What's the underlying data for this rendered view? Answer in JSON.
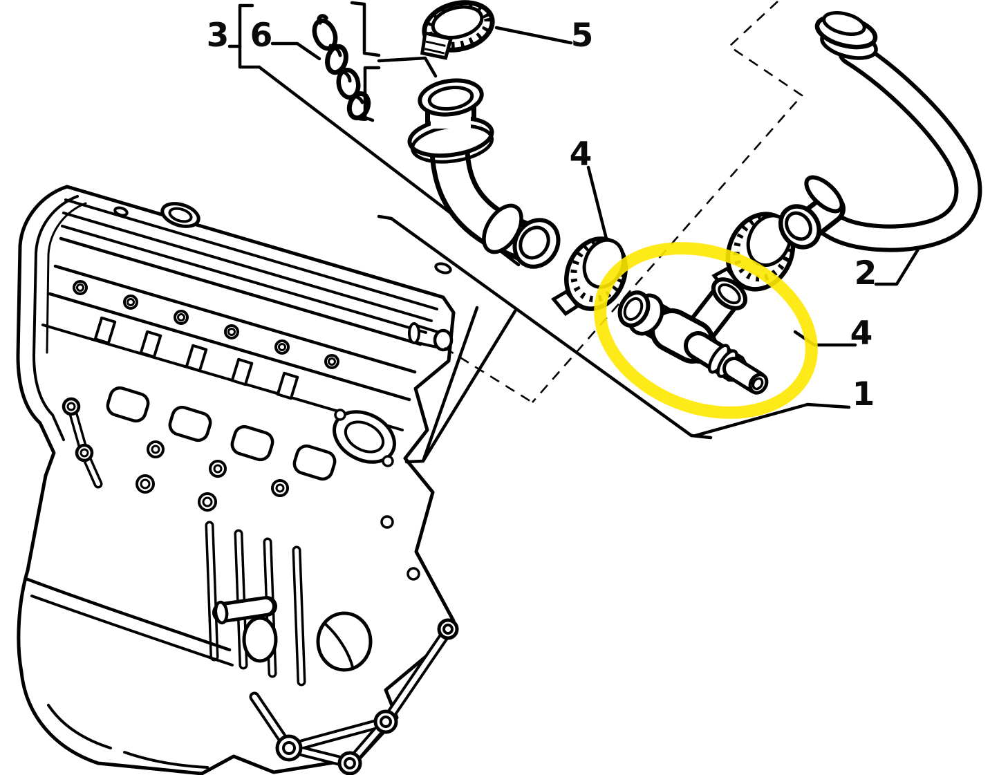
{
  "diagram": {
    "type": "exploded-parts-diagram",
    "background_color": "#ffffff",
    "line_color": "#000000",
    "highlight": {
      "color": "#ffe800",
      "shape": "hand-drawn-ellipse",
      "highlights_part": "1"
    },
    "callouts": [
      {
        "label": "1",
        "part": "t-piece-connector"
      },
      {
        "label": "2",
        "part": "breather-hose"
      },
      {
        "label": "3",
        "part": "breather-pipe-assembly"
      },
      {
        "label": "4",
        "part": "hose-clamp-upper"
      },
      {
        "label": "4",
        "part": "hose-clamp-right"
      },
      {
        "label": "5",
        "part": "hose-clamp-top"
      },
      {
        "label": "6",
        "part": "retaining-link"
      }
    ]
  }
}
